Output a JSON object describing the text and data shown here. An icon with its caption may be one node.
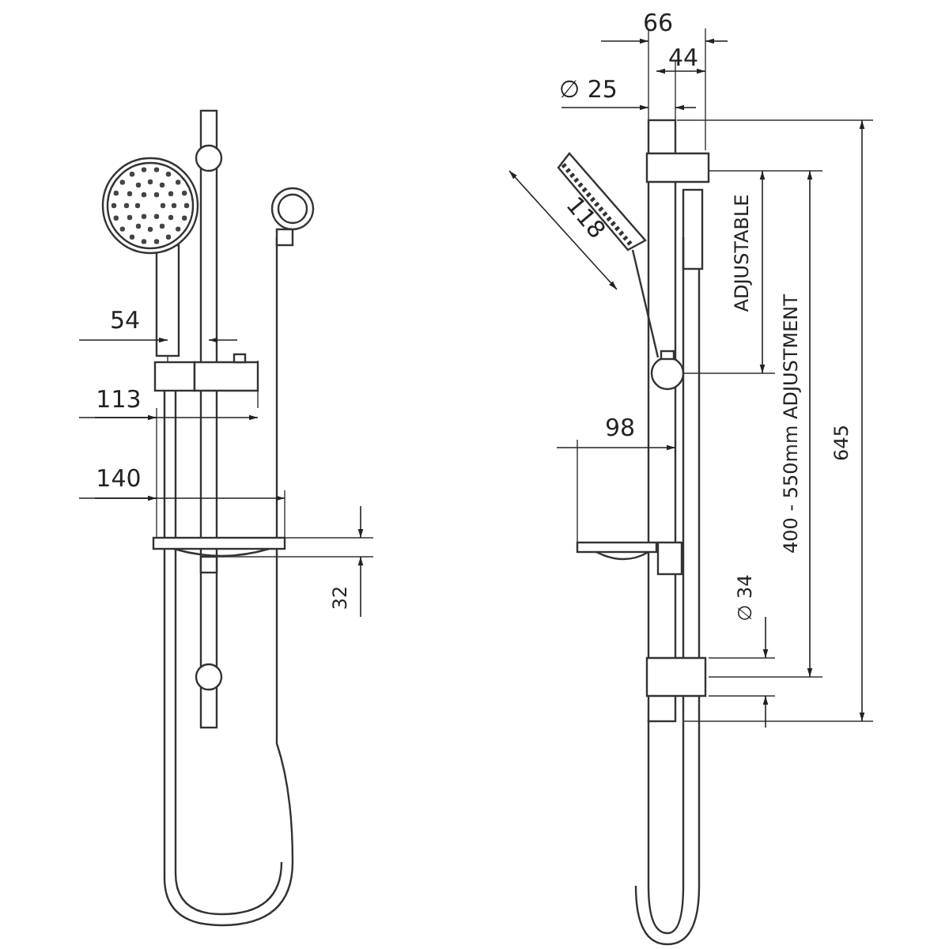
{
  "diagram": {
    "labels": [
      "66",
      "44",
      "∅ 25",
      "118",
      "ADJUSTABLE",
      "54",
      "400 - 550mm ADJUSTMENT",
      "645",
      "113",
      "98",
      "140",
      "32",
      "∅ 34"
    ]
  }
}
